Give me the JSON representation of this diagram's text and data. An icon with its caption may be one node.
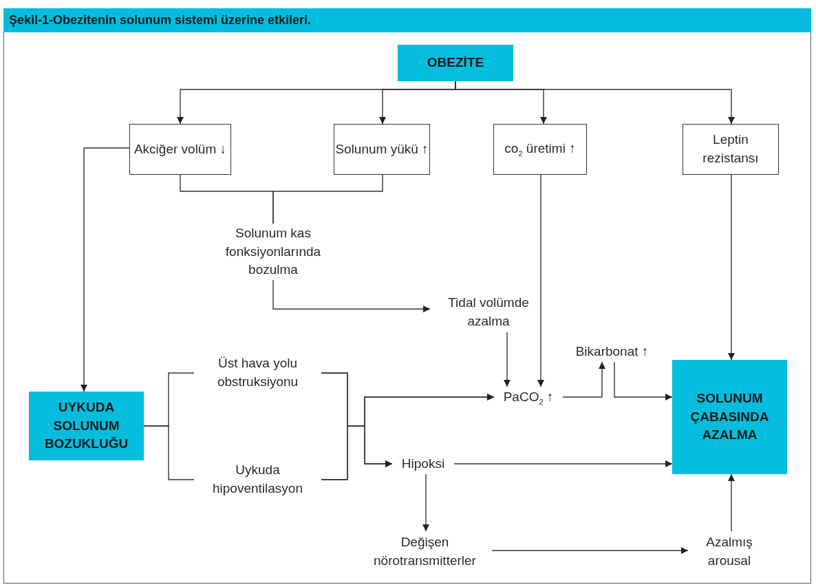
{
  "diagram": {
    "title": "Şekil-1-Obezitenin solunum sistemi üzerine etkileri.",
    "nodes": [
      {
        "text": [
          "OBEZİTE"
        ]
      },
      {
        "text": [
          "Akciğer volüm ↓"
        ]
      },
      {
        "text": [
          "Solunum yükü ↑"
        ]
      },
      {
        "text": [
          "co$_{2}$ üretimi ↑"
        ]
      },
      {
        "text": [
          "Leptin rezistansı"
        ]
      },
      {
        "text": [
          "Solunum kas fonksiyonlarında bozulma"
        ]
      },
      {
        "text": [
          "Tidal volümde azalma"
        ]
      },
      {
        "text": [
          "UYKUDA SOLUNUM BOZUKLUĞU"
        ]
      },
      {
        "text": [
          "Üst hava yolu obstruksiyonu"
        ]
      },
      {
        "text": [
          "Uykuda hipoventilasyon"
        ]
      },
      {
        "text": [
          "Bikarbonat ↑"
        ]
      },
      {
        "text": [
          "PaCO$_{2}$ ↑"
        ]
      },
      {
        "text": [
          "SOLUNUM ÇABASINDA AZALMA"
        ]
      },
      {
        "text": [
          "Hipoksi"
        ]
      },
      {
        "text": [
          "Değişen nörotransmitterler"
        ]
      },
      {
        "text": [
          "Azalmış arousal"
        ]
      }
    ],
    "edges": [
      {
        "from": 0,
        "to": 1,
        "arrow": "to"
      },
      {
        "from": 0,
        "to": 2,
        "arrow": "to"
      },
      {
        "from": 0,
        "to": 3,
        "arrow": "to"
      },
      {
        "from": 0,
        "to": 4,
        "arrow": "to"
      },
      {
        "from": 1,
        "to": 5,
        "arrow": "none"
      },
      {
        "from": 2,
        "to": 5,
        "arrow": "none"
      },
      {
        "from": 5,
        "to": 6,
        "arrow": "to"
      },
      {
        "from": 1,
        "to": 7,
        "arrow": "to"
      },
      {
        "from": 6,
        "to": 11,
        "arrow": "to"
      },
      {
        "from": 3,
        "to": 11,
        "arrow": "to"
      },
      {
        "from": 4,
        "to": 12,
        "arrow": "to"
      },
      {
        "from": 7,
        "to": 8,
        "arrow": "none"
      },
      {
        "from": 7,
        "to": 9,
        "arrow": "none"
      },
      {
        "from": 8,
        "to": 11,
        "arrow": "to"
      },
      {
        "from": 8,
        "to": 13,
        "arrow": "to"
      },
      {
        "from": 9,
        "to": 11,
        "arrow": "to"
      },
      {
        "from": 9,
        "to": 13,
        "arrow": "to"
      },
      {
        "from": 11,
        "to": 10,
        "arrow": "to"
      },
      {
        "from": 10,
        "to": 12,
        "arrow": "to"
      },
      {
        "from": 13,
        "to": 12,
        "arrow": "to"
      },
      {
        "from": 13,
        "to": 14,
        "arrow": "to"
      },
      {
        "from": 14,
        "to": 15,
        "arrow": "to"
      },
      {
        "from": 15,
        "to": 12,
        "arrow": "to"
      }
    ]
  }
}
